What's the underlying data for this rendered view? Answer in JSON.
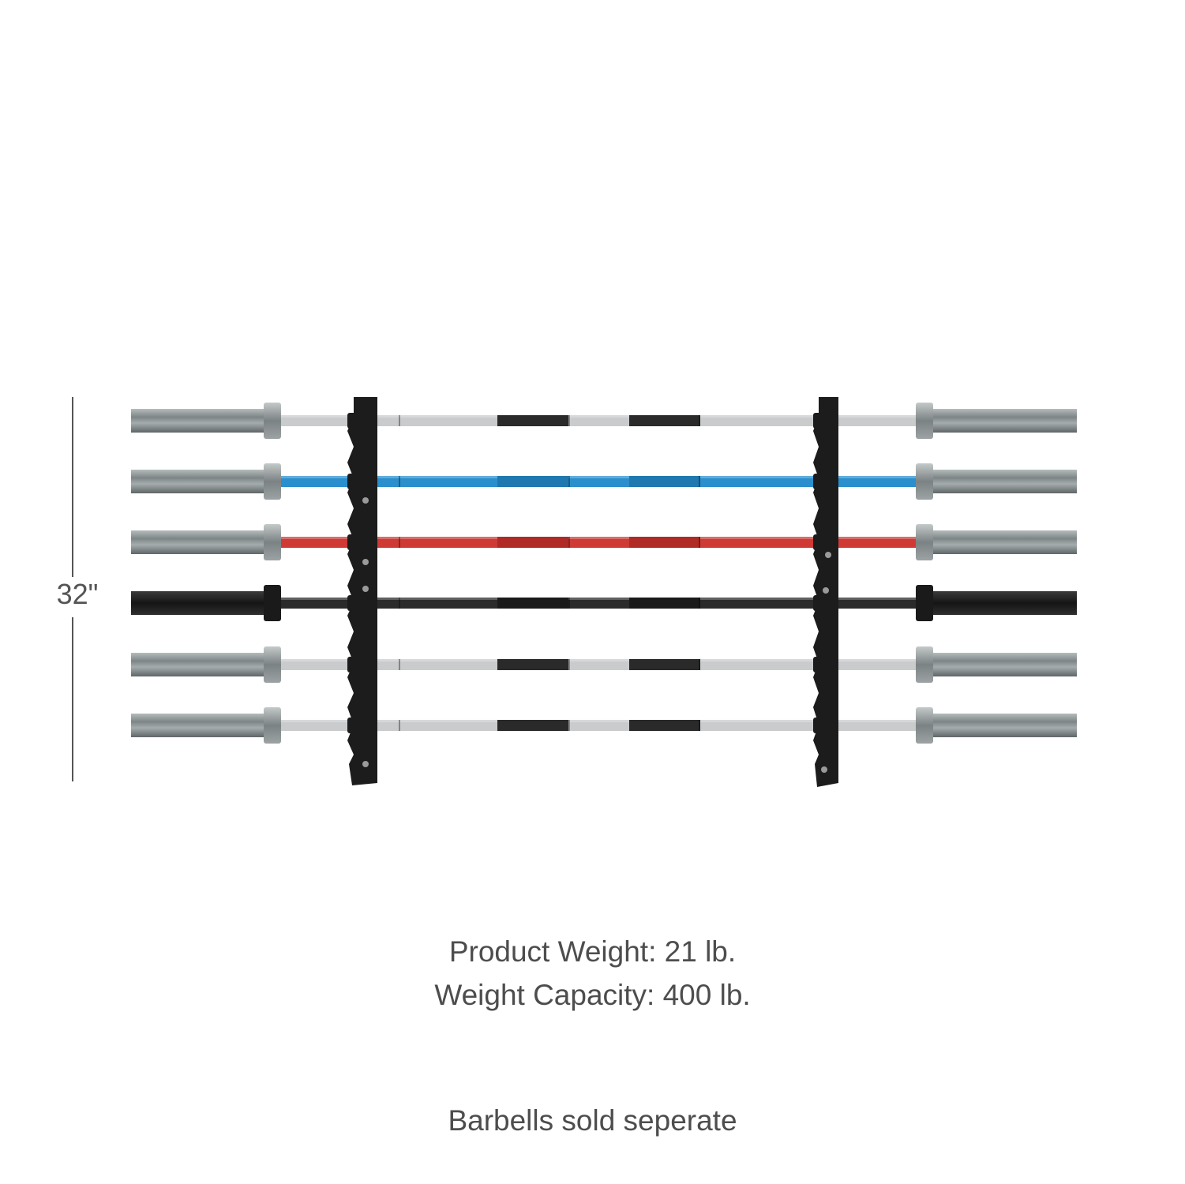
{
  "dimension": {
    "height_label": "32\""
  },
  "specs": {
    "product_weight": "Product Weight: 21 lb.",
    "weight_capacity": "Weight Capacity: 400 lb."
  },
  "note": "Barbells sold seperate",
  "barbells": [
    {
      "shaft_color": "#c9cbcd",
      "sleeve_color": "#8e9596",
      "knurl_color": "#2a2a2a"
    },
    {
      "shaft_color": "#2a8fcc",
      "sleeve_color": "#8e9596",
      "knurl_color": "#1f78b0"
    },
    {
      "shaft_color": "#cf3a35",
      "sleeve_color": "#8e9596",
      "knurl_color": "#b02a26"
    },
    {
      "shaft_color": "#2b2b2b",
      "sleeve_color": "#262626",
      "knurl_color": "#1a1a1a"
    },
    {
      "shaft_color": "#c9cbcd",
      "sleeve_color": "#8e9596",
      "knurl_color": "#2a2a2a"
    },
    {
      "shaft_color": "#c9cbcd",
      "sleeve_color": "#8e9596",
      "knurl_color": "#2a2a2a"
    }
  ],
  "colors": {
    "rack": "#1c1c1c",
    "dimension_line": "#555555",
    "text": "#4d4d4d"
  }
}
